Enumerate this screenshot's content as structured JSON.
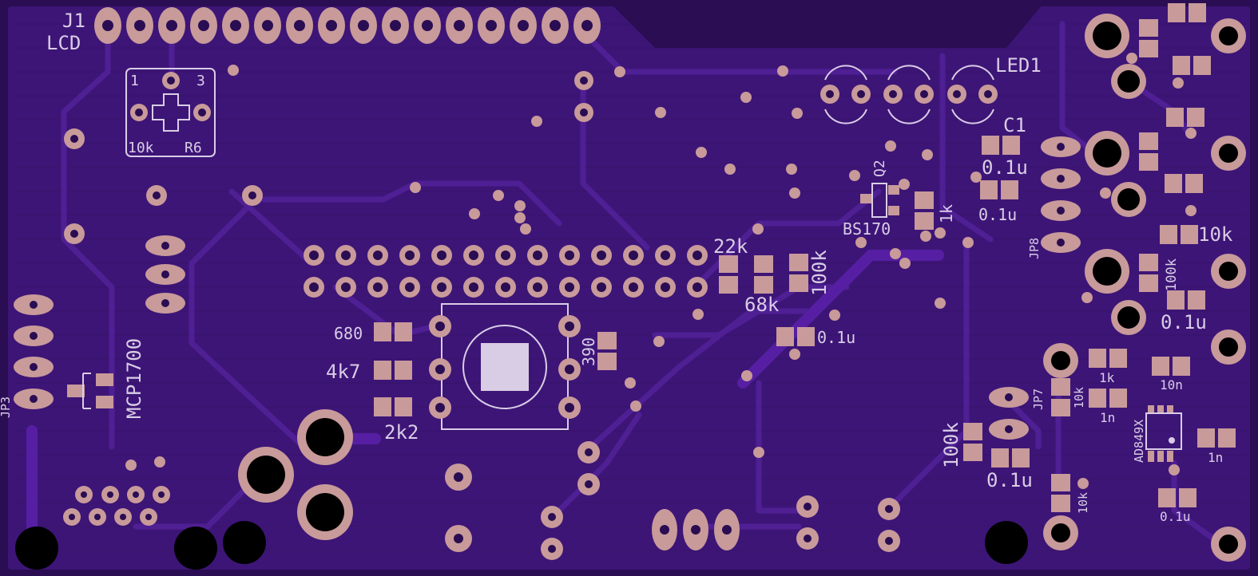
{
  "colors": {
    "board": "#2a0d52",
    "ground_fill": "#3d1577",
    "trace": "#4d1f8f",
    "trace_hi": "#5a27a0",
    "pad": "#c89a9a",
    "hole": "#000000",
    "silkscreen": "#d9cde6"
  },
  "labels": {
    "j1": "J1",
    "lcd": "LCD",
    "r6_pin1": "1",
    "r6_pin3": "3",
    "r6_value": "10k",
    "r6": "R6",
    "led1": "LED1",
    "c1": "C1",
    "c1_value": "0.1u",
    "c_below_c1": "0.1u",
    "q2": "Q2",
    "bs170": "BS170",
    "r_1k_q2": "1k",
    "jp8": "JP8",
    "r_22k": "22k",
    "r_68k": "68k",
    "r_100k_mid": "100k",
    "c_01u_mid": "0.1u",
    "r_680": "680",
    "r_4k7": "4k7",
    "r_2k2": "2k2",
    "r_390": "390",
    "mcp1700": "MCP1700",
    "jp3": "JP3",
    "jp7": "JP7",
    "r_10k_right": "10k",
    "r_100k_right": "100k",
    "c_01u_right": "0.1u",
    "r_1k_right": "1k",
    "r_10k_jp7": "10k",
    "c_1n_a": "1n",
    "c_10n": "10n",
    "ad849x": "AD849X",
    "c_1n_b": "1n",
    "r_100k_low": "100k",
    "c_01u_low": "0.1u",
    "r_10k_low": "10k",
    "c_01u_bottom": "0.1u"
  }
}
